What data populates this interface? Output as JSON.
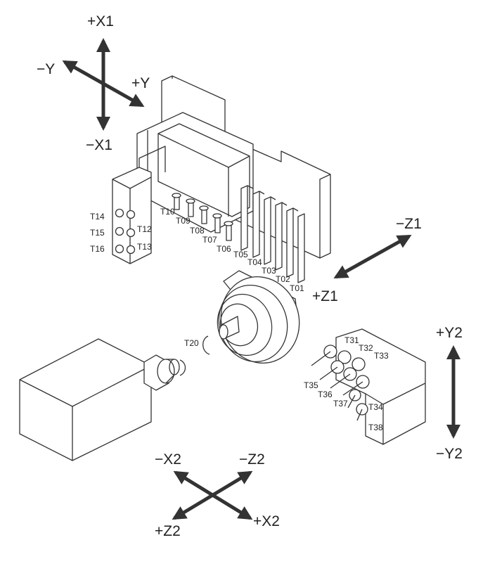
{
  "axes": {
    "x1_pos": "+X1",
    "x1_neg": "−X1",
    "y_neg": "−Y",
    "y_pos": "+Y",
    "z1_neg": "−Z1",
    "z1_pos": "+Z1",
    "y2_pos": "+Y2",
    "y2_neg": "−Y2",
    "x2_neg": "−X2",
    "z2_neg": "−Z2",
    "z2_pos": "+Z2",
    "x2_pos": "+X2"
  },
  "tools": {
    "t01": "T01",
    "t02": "T02",
    "t03": "T03",
    "t04": "T04",
    "t05": "T05",
    "t06": "T06",
    "t07": "T07",
    "t08": "T08",
    "t09": "T09",
    "t10": "T10",
    "t12": "T12",
    "t13": "T13",
    "t14": "T14",
    "t15": "T15",
    "t16": "T16",
    "t20": "T20",
    "t31": "T31",
    "t32": "T32",
    "t33": "T33",
    "t34": "T34",
    "t35": "T35",
    "t36": "T36",
    "t37": "T37",
    "t38": "T38"
  }
}
